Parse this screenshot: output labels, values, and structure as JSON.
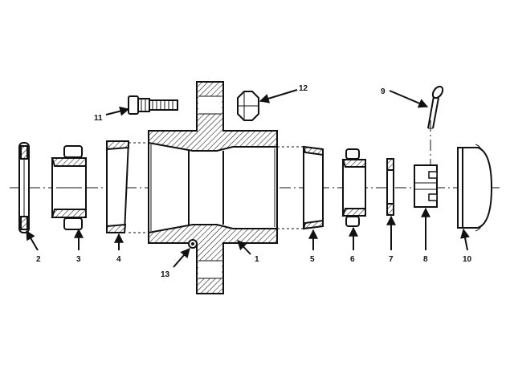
{
  "callouts": [
    {
      "id": "c1",
      "text": "1"
    },
    {
      "id": "c2",
      "text": "2"
    },
    {
      "id": "c3",
      "text": "3"
    },
    {
      "id": "c4",
      "text": "4"
    },
    {
      "id": "c5",
      "text": "5"
    },
    {
      "id": "c6",
      "text": "6"
    },
    {
      "id": "c7",
      "text": "7"
    },
    {
      "id": "c8",
      "text": "8"
    },
    {
      "id": "c9",
      "text": "9"
    },
    {
      "id": "c10",
      "text": "10"
    },
    {
      "id": "c11",
      "text": "11"
    },
    {
      "id": "c12",
      "text": "12"
    },
    {
      "id": "c13",
      "text": "13"
    }
  ]
}
